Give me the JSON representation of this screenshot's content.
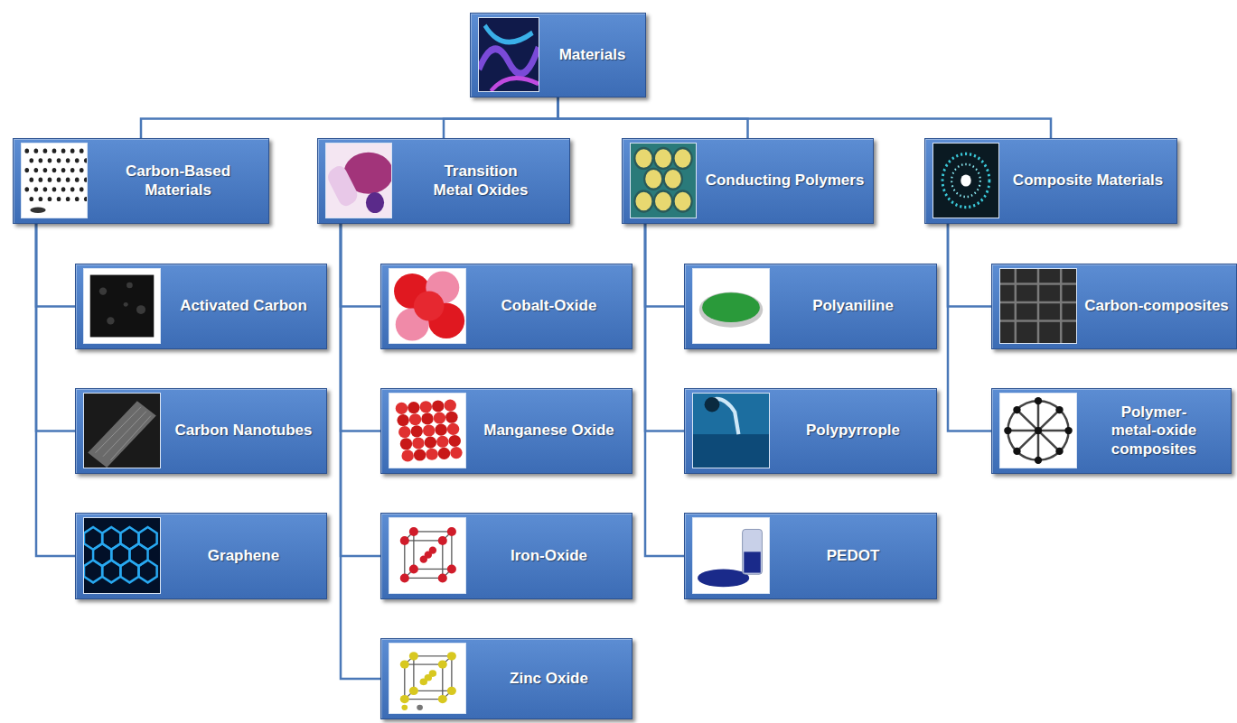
{
  "diagram": {
    "nodes": [
      {
        "text": [
          "Materials"
        ]
      },
      {
        "text": [
          "Carbon-Based Materials"
        ]
      },
      {
        "text": [
          "Transition Metal Oxides"
        ]
      },
      {
        "text": [
          "Conducting Polymers"
        ]
      },
      {
        "text": [
          "Composite Materials"
        ]
      },
      {
        "text": [
          "Activated Carbon"
        ]
      },
      {
        "text": [
          "Carbon Nanotubes"
        ]
      },
      {
        "text": [
          "Graphene"
        ]
      },
      {
        "text": [
          "Cobalt-Oxide"
        ]
      },
      {
        "text": [
          "Manganese Oxide"
        ]
      },
      {
        "text": [
          "Iron-Oxide"
        ]
      },
      {
        "text": [
          "Zinc Oxide"
        ]
      },
      {
        "text": [
          "Polyaniline"
        ]
      },
      {
        "text": [
          "Polypyrrople"
        ]
      },
      {
        "text": [
          "PEDOT"
        ]
      },
      {
        "text": [
          "Carbon-composites"
        ]
      },
      {
        "text": [
          "Polymer-metal-oxide composites"
        ]
      }
    ],
    "edges": [
      {
        "from": 0,
        "to": 1,
        "arrow": "none"
      },
      {
        "from": 0,
        "to": 2,
        "arrow": "none"
      },
      {
        "from": 0,
        "to": 3,
        "arrow": "none"
      },
      {
        "from": 0,
        "to": 4,
        "arrow": "none"
      },
      {
        "from": 1,
        "to": 5,
        "arrow": "none"
      },
      {
        "from": 1,
        "to": 6,
        "arrow": "none"
      },
      {
        "from": 1,
        "to": 7,
        "arrow": "none"
      },
      {
        "from": 2,
        "to": 8,
        "arrow": "none"
      },
      {
        "from": 2,
        "to": 9,
        "arrow": "none"
      },
      {
        "from": 2,
        "to": 10,
        "arrow": "none"
      },
      {
        "from": 2,
        "to": 11,
        "arrow": "none"
      },
      {
        "from": 3,
        "to": 12,
        "arrow": "none"
      },
      {
        "from": 3,
        "to": 13,
        "arrow": "none"
      },
      {
        "from": 3,
        "to": 14,
        "arrow": "none"
      },
      {
        "from": 4,
        "to": 15,
        "arrow": "none"
      },
      {
        "from": 4,
        "to": 16,
        "arrow": "none"
      }
    ]
  }
}
